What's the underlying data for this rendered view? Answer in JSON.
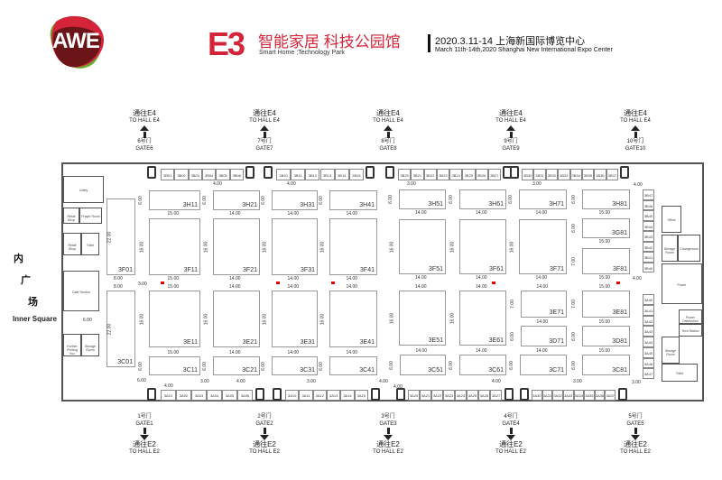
{
  "header": {
    "logo_text": "AWE",
    "hall": "E3",
    "title_cn": "智能家居 科技公园馆",
    "title_en": "Smart Home ;Technology Park",
    "date_cn": "2020.3.11-14 上海新国际博览中心",
    "date_en": "March 11th-14th,2020 Shanghai New International Expo Center",
    "colors": {
      "brand_red": "#d3243a",
      "logo_green": "#6aab2e",
      "logo_dark": "#6b1518"
    }
  },
  "inner_square": {
    "cn": [
      "内",
      "广",
      "场"
    ],
    "en": "Inner Square"
  },
  "top_gates": [
    {
      "to_cn": "通往E4",
      "to_en": "TO HALL E4",
      "cn": "6号门",
      "en": "GATE6"
    },
    {
      "to_cn": "通往E4",
      "to_en": "TO HALL E4",
      "cn": "7号门",
      "en": "GATE7"
    },
    {
      "to_cn": "通往E4",
      "to_en": "TO HALL E4",
      "cn": "8号门",
      "en": "GATE8"
    },
    {
      "to_cn": "通往E4",
      "to_en": "TO HALL E4",
      "cn": "9号门",
      "en": "GATE9"
    },
    {
      "to_cn": "通往E4",
      "to_en": "TO HALL E4",
      "cn": "10号门",
      "en": "GATE10"
    }
  ],
  "bottom_gates": [
    {
      "to_cn": "通往E2",
      "to_en": "TO HALL E2",
      "cn": "1号门",
      "en": "GATE1"
    },
    {
      "to_cn": "通往E2",
      "to_en": "TO HALL E2",
      "cn": "2号门",
      "en": "GATE2"
    },
    {
      "to_cn": "通往E2",
      "to_en": "TO HALL E2",
      "cn": "3号门",
      "en": "GATE3"
    },
    {
      "to_cn": "通往E2",
      "to_en": "TO HALL E2",
      "cn": "4号门",
      "en": "GATE4"
    },
    {
      "to_cn": "通往E2",
      "to_en": "TO HALL E2",
      "cn": "5号门",
      "en": "GATE5"
    }
  ],
  "booths": [
    {
      "id": "3H11",
      "w": "15.00",
      "h": "6.00"
    },
    {
      "id": "3H21",
      "w": "14.00",
      "h": "6.00"
    },
    {
      "id": "3H31",
      "w": "14.00",
      "h": "6.00"
    },
    {
      "id": "3H41",
      "w": "14.00",
      "h": "6.00"
    },
    {
      "id": "3H51",
      "w": "14.00",
      "h": "6.00"
    },
    {
      "id": "3H61",
      "w": "14.00",
      "h": "6.00"
    },
    {
      "id": "3H71",
      "w": "14.00",
      "h": "6.00"
    },
    {
      "id": "3H81",
      "w": "15.00",
      "h": "6.00"
    },
    {
      "id": "3F01",
      "w": "8.00",
      "h": "22.00"
    },
    {
      "id": "3F11",
      "w": "15.00",
      "h": "16.00"
    },
    {
      "id": "3F21",
      "w": "14.00",
      "h": "16.00"
    },
    {
      "id": "3F31",
      "w": "14.00",
      "h": "16.00"
    },
    {
      "id": "3F41",
      "w": "14.00",
      "h": "16.00"
    },
    {
      "id": "3F51",
      "w": "14.00",
      "h": "16.00"
    },
    {
      "id": "3F61",
      "w": "14.00",
      "h": "16.00"
    },
    {
      "id": "3F71",
      "w": "14.00",
      "h": "16.00"
    },
    {
      "id": "3G81",
      "w": "15.00",
      "h": "6.00"
    },
    {
      "id": "3F81",
      "w": "15.00",
      "h": "7.00"
    },
    {
      "id": "3E11",
      "w": "15.00",
      "h": "16.00"
    },
    {
      "id": "3E21",
      "w": "14.00",
      "h": "16.00"
    },
    {
      "id": "3E31",
      "w": "14.00",
      "h": "16.00"
    },
    {
      "id": "3E41",
      "w": "14.00",
      "h": "16.00"
    },
    {
      "id": "3E51",
      "w": "14.00",
      "h": "16.00"
    },
    {
      "id": "3E61",
      "w": "14.00",
      "h": "16.00"
    },
    {
      "id": "3E71",
      "w": "14.00",
      "h": "7.00"
    },
    {
      "id": "3E81",
      "w": "15.00",
      "h": "7.00"
    },
    {
      "id": "3D71",
      "w": "14.00",
      "h": "6.00"
    },
    {
      "id": "3D81",
      "w": "15.00",
      "h": "6.00"
    },
    {
      "id": "3C01",
      "w": "8.00",
      "h": "22.00"
    },
    {
      "id": "3C11",
      "w": "15.00",
      "h": "6.00"
    },
    {
      "id": "3C21",
      "w": "14.00",
      "h": "6.00"
    },
    {
      "id": "3C31",
      "w": "14.00",
      "h": "6.00"
    },
    {
      "id": "3C41",
      "w": "14.00",
      "h": "6.00"
    },
    {
      "id": "3C51",
      "w": "14.00",
      "h": "6.00"
    },
    {
      "id": "3C61",
      "w": "14.00",
      "h": "6.00"
    },
    {
      "id": "3C71",
      "w": "14.00",
      "h": "6.00"
    },
    {
      "id": "3C81",
      "w": "15.00",
      "h": "6.00"
    }
  ],
  "small_booth_strips": [
    {
      "ids": [
        "3B01",
        "3B02",
        "3B03",
        "3B04",
        "3B05",
        "3B06"
      ]
    },
    {
      "ids": [
        "3B10",
        "3B11",
        "3B12",
        "3B13",
        "3B14",
        "3B15"
      ]
    },
    {
      "ids": [
        "3B20",
        "3B21",
        "3B22",
        "3B23",
        "3B24",
        "3B25",
        "3B26",
        "3B27"
      ]
    },
    {
      "ids": [
        "3B30",
        "3B31",
        "3B32",
        "3B33",
        "3B34",
        "3B35",
        "3B36",
        "3B37"
      ]
    },
    {
      "ids": [
        "3B47",
        "3B46",
        "3B45",
        "3B44",
        "3B43",
        "3B42",
        "3B41",
        "3B40"
      ]
    },
    {
      "ids": [
        "3A01",
        "3A02",
        "3A03",
        "3A04",
        "3A05",
        "3A06"
      ]
    },
    {
      "ids": [
        "3A10",
        "3A11",
        "3A12",
        "3A13",
        "3A14",
        "3A15"
      ]
    },
    {
      "ids": [
        "3A20",
        "3A21",
        "3A22",
        "3A23",
        "3A24",
        "3A25",
        "3A26",
        "3A27"
      ]
    },
    {
      "ids": [
        "3A30",
        "3A31",
        "3A32",
        "3A33",
        "3A34",
        "3A35",
        "3A36",
        "3A37"
      ]
    },
    {
      "ids": [
        "3A40",
        "3A41",
        "3A42",
        "3A43",
        "3A44",
        "3A45",
        "3A46",
        "3A47"
      ]
    }
  ],
  "aisle_dims": [
    "4.00",
    "4.00",
    "3.00",
    "3.00",
    "4.00",
    "4.00",
    "3.00",
    "6.00",
    "6.00",
    "3.00",
    "4.00",
    "3.00",
    "4.00",
    "4.00",
    "4.00",
    "3.00",
    "3.00",
    "4.00"
  ],
  "service_rooms": {
    "left": [
      "Lobby",
      "Retail Shop",
      "Prayer Room",
      "Retail Shop",
      "Toilet",
      "Café Service",
      "Further Printing Svc",
      "Storage Room"
    ],
    "right": [
      "Office",
      "Storage Room",
      "Changeroom",
      "Power",
      "Power Distribution",
      "Tech Station",
      "Storage Room",
      "Toilet"
    ]
  }
}
